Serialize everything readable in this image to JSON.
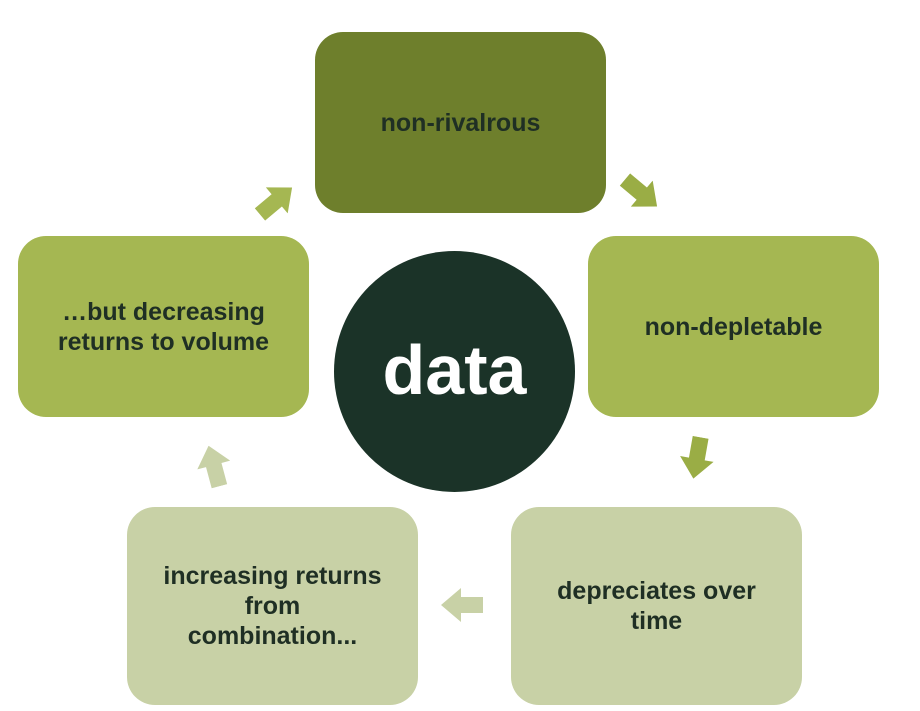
{
  "center": {
    "label": "data"
  },
  "nodes": [
    {
      "id": "top",
      "label": "non-rivalrous"
    },
    {
      "id": "right",
      "label": "non-depletable"
    },
    {
      "id": "bottom-right",
      "lines": [
        "depreciates over",
        "time"
      ]
    },
    {
      "id": "bottom-left",
      "lines": [
        "increasing returns",
        "from",
        "combination..."
      ]
    },
    {
      "id": "left",
      "lines": [
        "…but decreasing",
        "returns to volume"
      ]
    }
  ],
  "colors": {
    "top_node": "#6e7f2c",
    "side_nodes": "#a5b752",
    "bottom_nodes": "#c8d1a6",
    "center": "#1b3328",
    "text": "#1f2f24",
    "center_text": "#ffffff",
    "arrow_dark": "#9aad45",
    "arrow_light": "#c8d1a6"
  },
  "flow": [
    "top",
    "right",
    "bottom-right",
    "bottom-left",
    "left",
    "top"
  ]
}
